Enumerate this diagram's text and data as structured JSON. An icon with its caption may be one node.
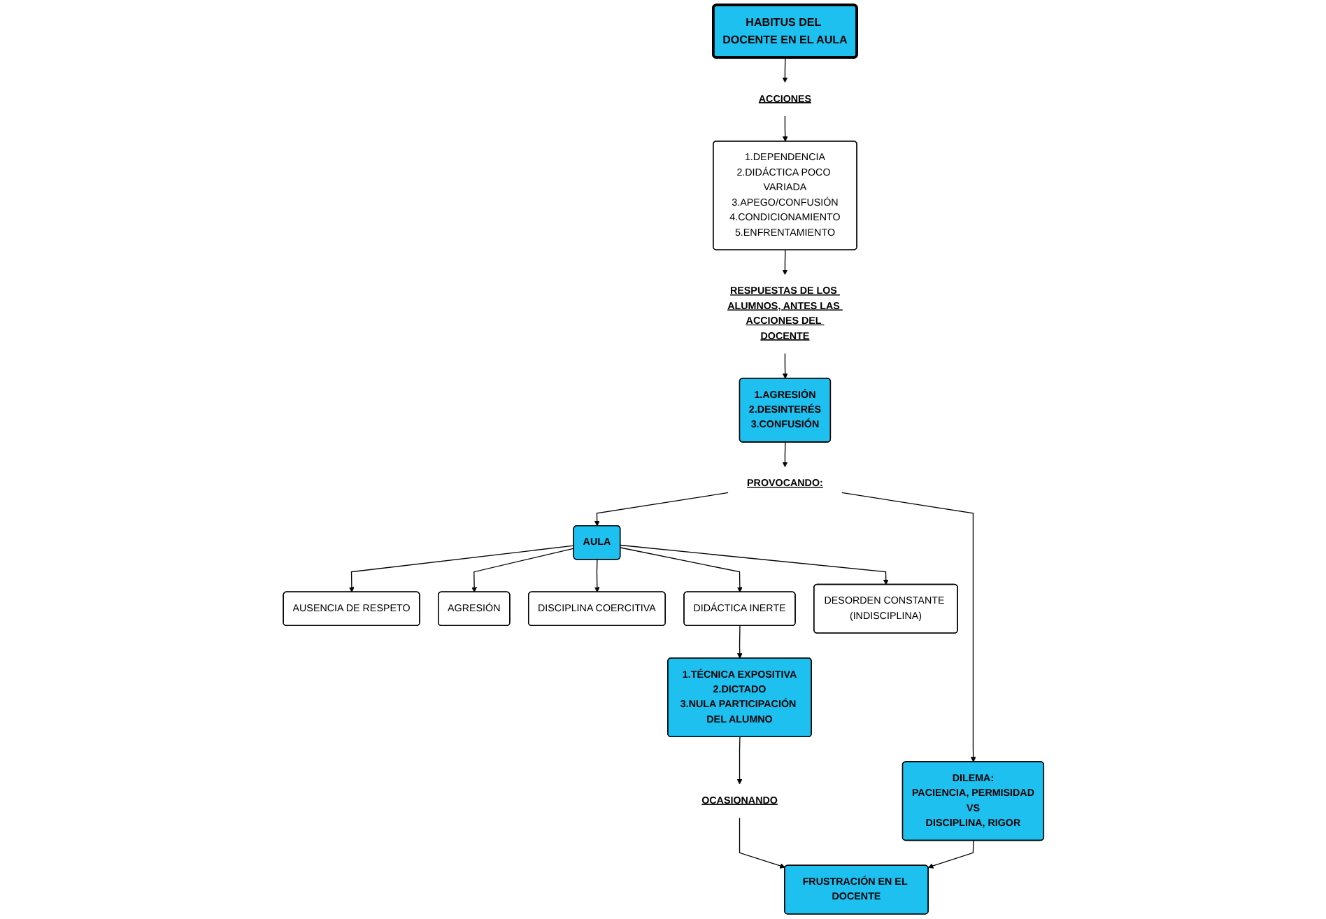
{
  "diagram": {
    "nodes": [
      {
        "text": [
          "HABITUS DEL DOCENTE EN EL AULA"
        ]
      },
      {
        "text": [
          "ACCIONES"
        ]
      },
      {
        "text": [
          "1.DEPENDENCIA",
          "2.DIDÁCTICA POCO VARIADA",
          "3.APEGO/CONFUSIÓN",
          "4.CONDICIONAMIENTO",
          "5.ENFRENTAMIENTO"
        ]
      },
      {
        "text": [
          "RESPUESTAS DE LOS ALUMNOS, ANTES LAS ACCIONES DEL DOCENTE"
        ]
      },
      {
        "text": [
          "1.AGRESIÓN",
          "2.DESINTERÉS",
          "3.CONFUSIÓN"
        ]
      },
      {
        "text": [
          "PROVOCANDO:"
        ]
      },
      {
        "text": [
          "AULA"
        ]
      },
      {
        "text": [
          "AUSENCIA DE RESPETO"
        ]
      },
      {
        "text": [
          "AGRESIÓN"
        ]
      },
      {
        "text": [
          "DISCIPLINA COERCITIVA"
        ]
      },
      {
        "text": [
          "DIDÁCTICA INERTE"
        ]
      },
      {
        "text": [
          "DESORDEN CONSTANTE (INDISCIPLINA)"
        ]
      },
      {
        "text": [
          "DILEMA:",
          "PACIENCIA, PERMISIDAD",
          "VS",
          "DISCIPLINA, RIGOR"
        ]
      },
      {
        "text": [
          "1.TÉCNICA EXPOSITIVA",
          "2.DICTADO",
          "3.NULA PARTICIPACIÓN DEL ALUMNO"
        ]
      },
      {
        "text": [
          "OCASIONANDO"
        ]
      },
      {
        "text": [
          "FRUSTRACIÓN EN EL DOCENTE"
        ]
      }
    ],
    "edges": [
      {
        "from": 0,
        "to": 1,
        "arrow": "to"
      },
      {
        "from": 1,
        "to": 2,
        "arrow": "to"
      },
      {
        "from": 2,
        "to": 3,
        "arrow": "to"
      },
      {
        "from": 3,
        "to": 4,
        "arrow": "to"
      },
      {
        "from": 4,
        "to": 5,
        "arrow": "to"
      },
      {
        "from": 5,
        "to": 6,
        "arrow": "to"
      },
      {
        "from": 5,
        "to": 12,
        "arrow": "to"
      },
      {
        "from": 6,
        "to": 7,
        "arrow": "to"
      },
      {
        "from": 6,
        "to": 8,
        "arrow": "to"
      },
      {
        "from": 6,
        "to": 9,
        "arrow": "to"
      },
      {
        "from": 6,
        "to": 10,
        "arrow": "to"
      },
      {
        "from": 6,
        "to": 11,
        "arrow": "to"
      },
      {
        "from": 10,
        "to": 13,
        "arrow": "to"
      },
      {
        "from": 13,
        "to": 14,
        "arrow": "to"
      },
      {
        "from": 14,
        "to": 15,
        "arrow": "to"
      },
      {
        "from": 12,
        "to": 15,
        "arrow": "to"
      }
    ]
  }
}
